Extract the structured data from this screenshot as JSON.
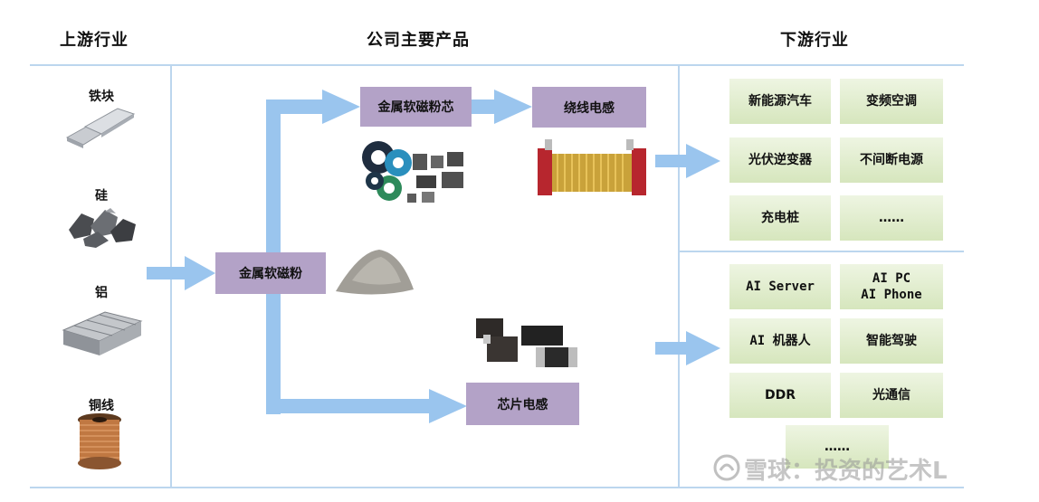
{
  "headers": {
    "upstream": "上游行业",
    "products": "公司主要产品",
    "downstream": "下游行业"
  },
  "raw_materials": [
    {
      "label": "铁块",
      "icon": "iron-block-icon"
    },
    {
      "label": "硅",
      "icon": "silicon-icon"
    },
    {
      "label": "铝",
      "icon": "aluminum-ingot-icon"
    },
    {
      "label": "铜线",
      "icon": "copper-wire-icon"
    }
  ],
  "products": {
    "powder": "金属软磁粉",
    "core": "金属软磁粉芯",
    "winding": "绕线电感",
    "chip": "芯片电感"
  },
  "downstream_top": [
    "新能源汽车",
    "变频空调",
    "光伏逆变器",
    "不间断电源",
    "充电桩",
    "……"
  ],
  "downstream_bottom": [
    "AI Server",
    "AI PC\nAI Phone",
    "AI 机器人",
    "智能驾驶",
    "DDR",
    "光通信",
    "……"
  ],
  "watermark": "雪球：投资的艺术L",
  "colors": {
    "arrow": "#9ac5ee",
    "product_box": "#b3a2c7",
    "line": "#bcd6ee"
  }
}
